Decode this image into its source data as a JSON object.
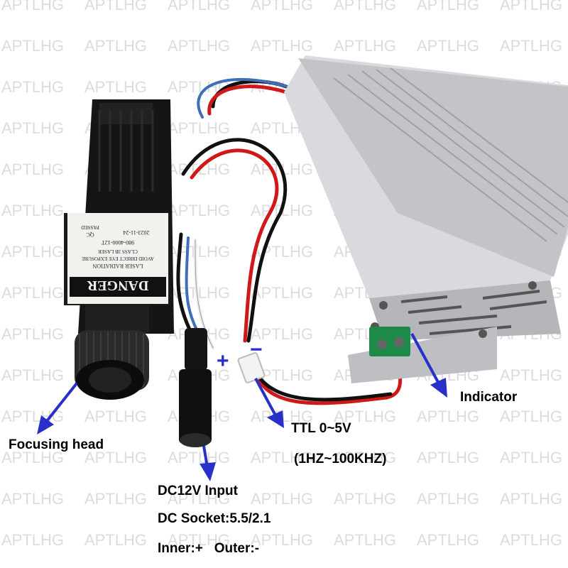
{
  "watermark": "APTLHG",
  "device_label": {
    "title": "DANGER",
    "line1": "LASER RADIATION",
    "line2": "AVOID DIRECT EYE EXPOSURE",
    "line3": "CLASS 3B LASER",
    "line4": "980-4000-12T",
    "line5": "2023-11-24",
    "qc": "QC",
    "passed": "PASSED"
  },
  "annotations": {
    "focusing_head": "Focusing head",
    "indicator": "Indicator",
    "ttl_line1": "TTL 0~5V",
    "ttl_line2": "(1HZ~100KHZ)",
    "dc_input": "DC12V Input",
    "dc_socket": "DC Socket:5.5/2.1",
    "polarity": "Inner:+   Outer:-",
    "plus_sign": "+",
    "minus_sign": "−"
  },
  "colors": {
    "label_text": "#000000",
    "arrow": "#2830c8",
    "watermark": "#dcdcdc",
    "laser_body": "#161616",
    "driver_box": "#c6c8cc",
    "terminal": "#1e8a4a",
    "wire_red": "#d01818",
    "wire_black": "#111111",
    "wire_blue": "#3f6fb8",
    "wire_white": "#f0f0f0"
  }
}
